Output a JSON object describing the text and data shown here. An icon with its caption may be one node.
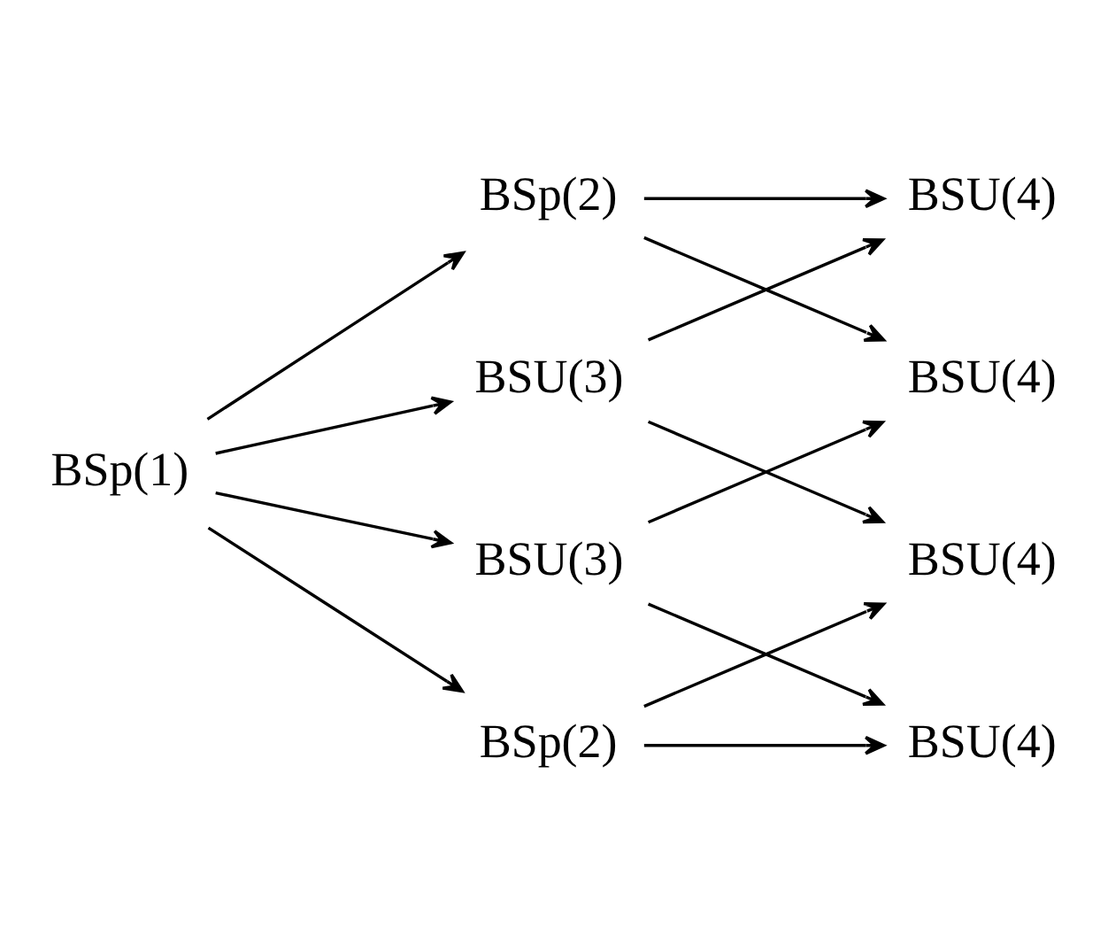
{
  "diagram": {
    "nodes": [
      {
        "text": [
          "BSp(1)"
        ]
      },
      {
        "text": [
          "BSU(3)"
        ]
      },
      {
        "text": [
          "BSp(2)"
        ]
      },
      {
        "text": [
          "BSp(2)"
        ]
      },
      {
        "text": [
          "BSU(3)"
        ]
      },
      {
        "text": [
          "BSU(4)"
        ]
      },
      {
        "text": [
          "BSU(4)"
        ]
      },
      {
        "text": [
          "BSU(4)"
        ]
      },
      {
        "text": [
          "BSU(4)"
        ]
      }
    ],
    "edges": [
      {
        "from": 0,
        "to": 1,
        "arrow": "to"
      },
      {
        "from": 0,
        "to": 2,
        "arrow": "to"
      },
      {
        "from": 0,
        "to": 3,
        "arrow": "to"
      },
      {
        "from": 0,
        "to": 4,
        "arrow": "to"
      },
      {
        "from": 1,
        "to": 5,
        "arrow": "to"
      },
      {
        "from": 1,
        "to": 6,
        "arrow": "to"
      },
      {
        "from": 2,
        "to": 5,
        "arrow": "to"
      },
      {
        "from": 2,
        "to": 7,
        "arrow": "to"
      },
      {
        "from": 3,
        "to": 6,
        "arrow": "to"
      },
      {
        "from": 3,
        "to": 8,
        "arrow": "to"
      },
      {
        "from": 4,
        "to": 7,
        "arrow": "to"
      },
      {
        "from": 4,
        "to": 8,
        "arrow": "to"
      }
    ]
  }
}
